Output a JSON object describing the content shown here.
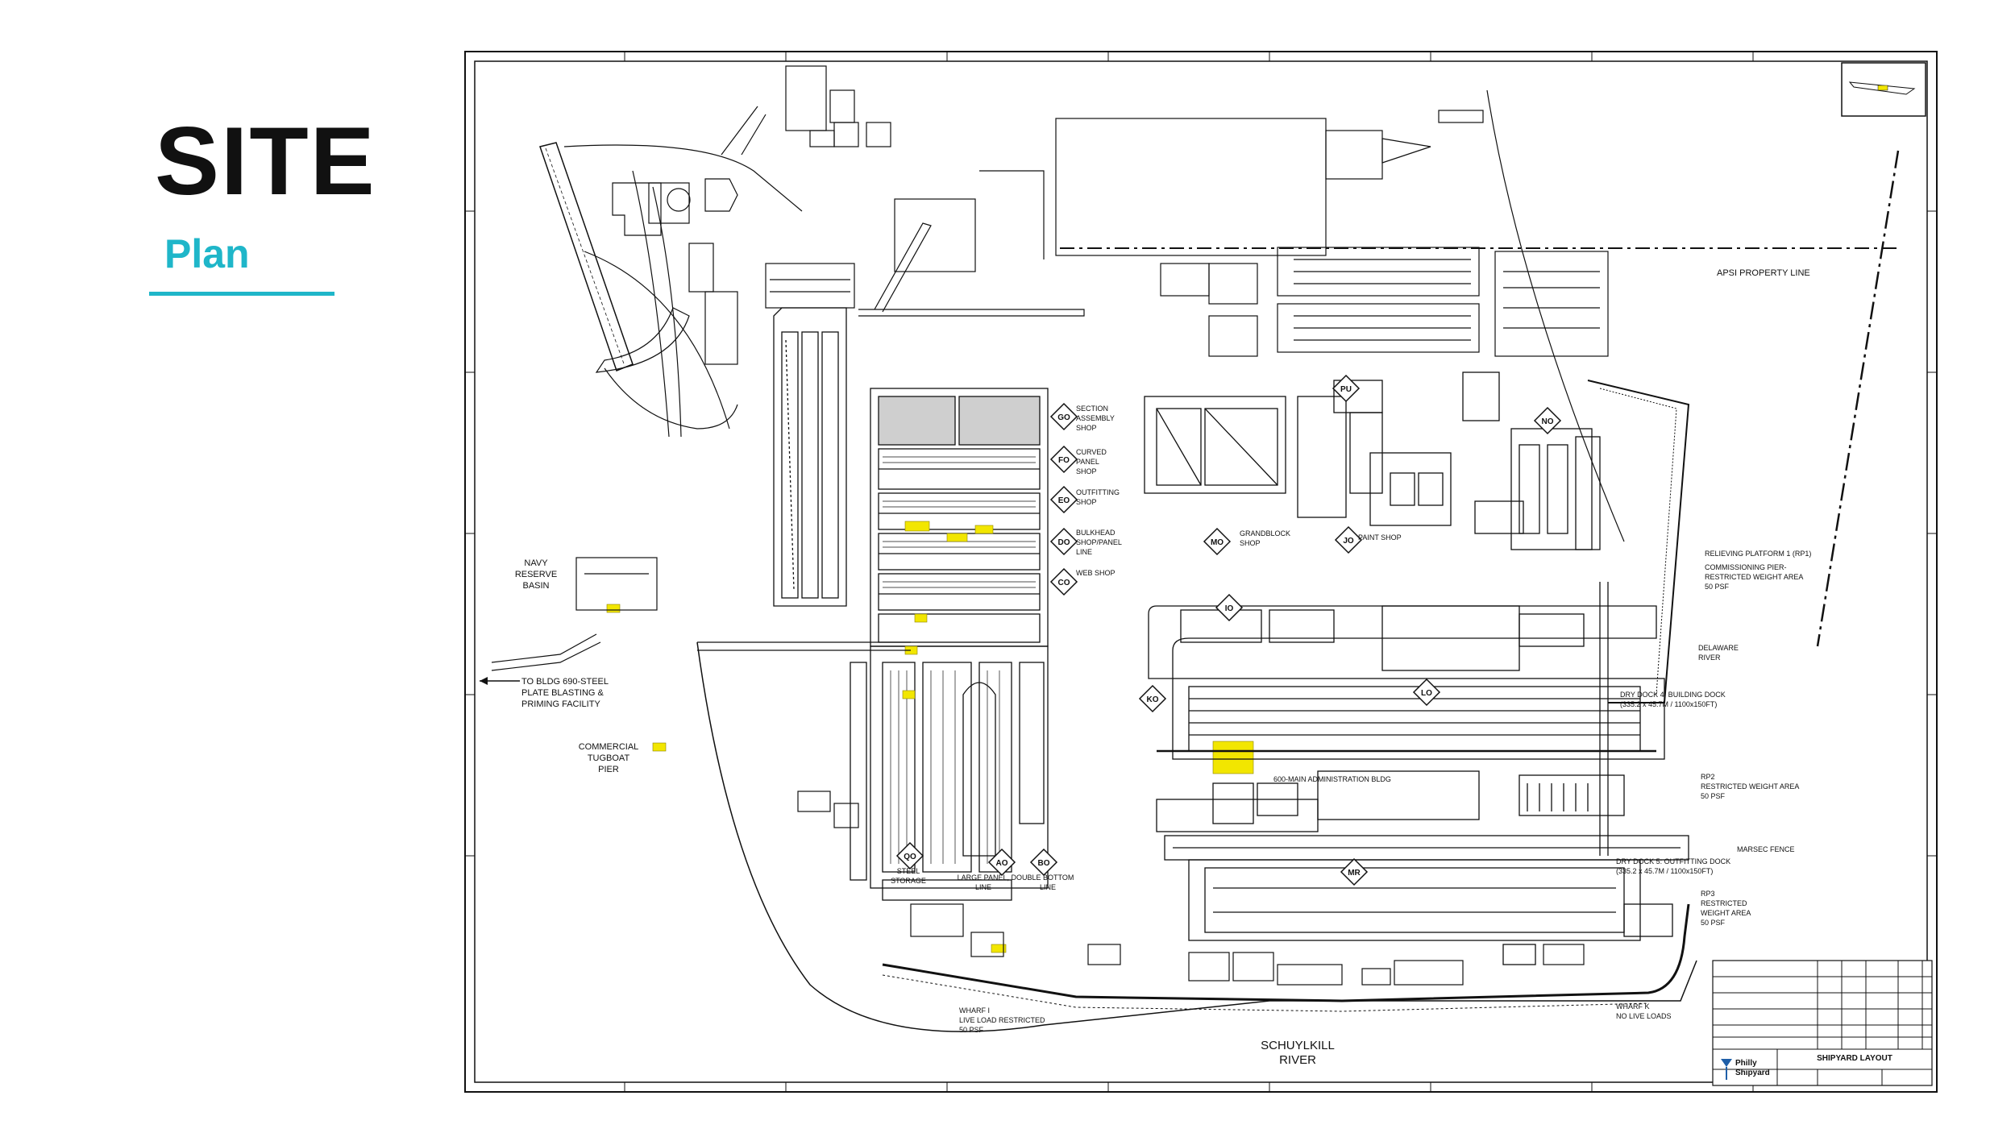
{
  "header": {
    "title": "SITE",
    "subtitle": "Plan"
  },
  "plan": {
    "labels": {
      "navy": [
        "NAVY",
        "RESERVE",
        "BASIN"
      ],
      "to_bldg": [
        "TO BLDG 690-STEEL",
        "PLATE BLASTING &",
        "PRIMING FACILITY"
      ],
      "tugboat": [
        "COMMERCIAL",
        "TUGBOAT",
        "PIER"
      ],
      "river": [
        "SCHUYLKILL",
        "RIVER"
      ],
      "apsi": "APSI PROPERTY LINE",
      "delaware": [
        "DELAWARE",
        "RIVER"
      ],
      "dry_dock_4": [
        "DRY DOCK 4: BUILDING DOCK",
        "(335.2 x 45.7M / 1100x150FT)"
      ],
      "dry_dock_5": [
        "DRY DOCK 5: OUTFITTING DOCK",
        "(335.2 x 45.7M / 1100x150FT)"
      ],
      "admin": "600-MAIN ADMINISTRATION BLDG",
      "paint_shop": "PAINT SHOP",
      "grandblock": [
        "GRANDBLOCK",
        "SHOP"
      ],
      "web_shop": "WEB SHOP",
      "bulkhead": [
        "BULKHEAD",
        "SHOP/PANEL",
        "LINE"
      ],
      "outfitting_shop": [
        "OUTFITTING",
        "SHOP"
      ],
      "curved_panel": [
        "CURVED",
        "PANEL",
        "SHOP"
      ],
      "section_assembly": [
        "SECTION",
        "ASSEMBLY",
        "SHOP"
      ],
      "steel_storage": [
        "STEEL",
        "STORAGE"
      ],
      "large_panel": "LARGE PANEL, DOUBLE BOTTOM",
      "line": [
        "LINE",
        "LINE"
      ],
      "wharf_i": [
        "WHARF I",
        "LIVE LOAD RESTRICTED",
        "50 PSF"
      ],
      "wharf_k": [
        "WHARF K",
        "NO LIVE LOADS"
      ],
      "rp1": [
        "RELIEVING PLATFORM 1 (RP1)",
        "COMMISSIONING PIER-",
        "RESTRICTED WEIGHT AREA",
        "50 PSF"
      ],
      "rp2": [
        "RP2",
        "RESTRICTED WEIGHT AREA",
        "50 PSF"
      ],
      "rp3": [
        "RP3",
        "RESTRICTED",
        "WEIGHT AREA",
        "50 PSF"
      ],
      "marsec": "MARSEC FENCE",
      "shipyard_layout": "SHIPYARD LAYOUT",
      "logo": [
        "Philly",
        "Shipyard"
      ]
    },
    "zones": [
      {
        "code": "GO"
      },
      {
        "code": "FO"
      },
      {
        "code": "EO"
      },
      {
        "code": "DO"
      },
      {
        "code": "CO"
      },
      {
        "code": "MO"
      },
      {
        "code": "JO"
      },
      {
        "code": "PU"
      },
      {
        "code": "NO"
      },
      {
        "code": "IO"
      },
      {
        "code": "KO"
      },
      {
        "code": "LO"
      },
      {
        "code": "MR"
      },
      {
        "code": "AO"
      },
      {
        "code": "BO"
      },
      {
        "code": "QO"
      }
    ],
    "colors": {
      "line": "#111111",
      "highlight": "#f2e600",
      "accent": "#1fb6c9",
      "water_line": "#333333"
    }
  }
}
